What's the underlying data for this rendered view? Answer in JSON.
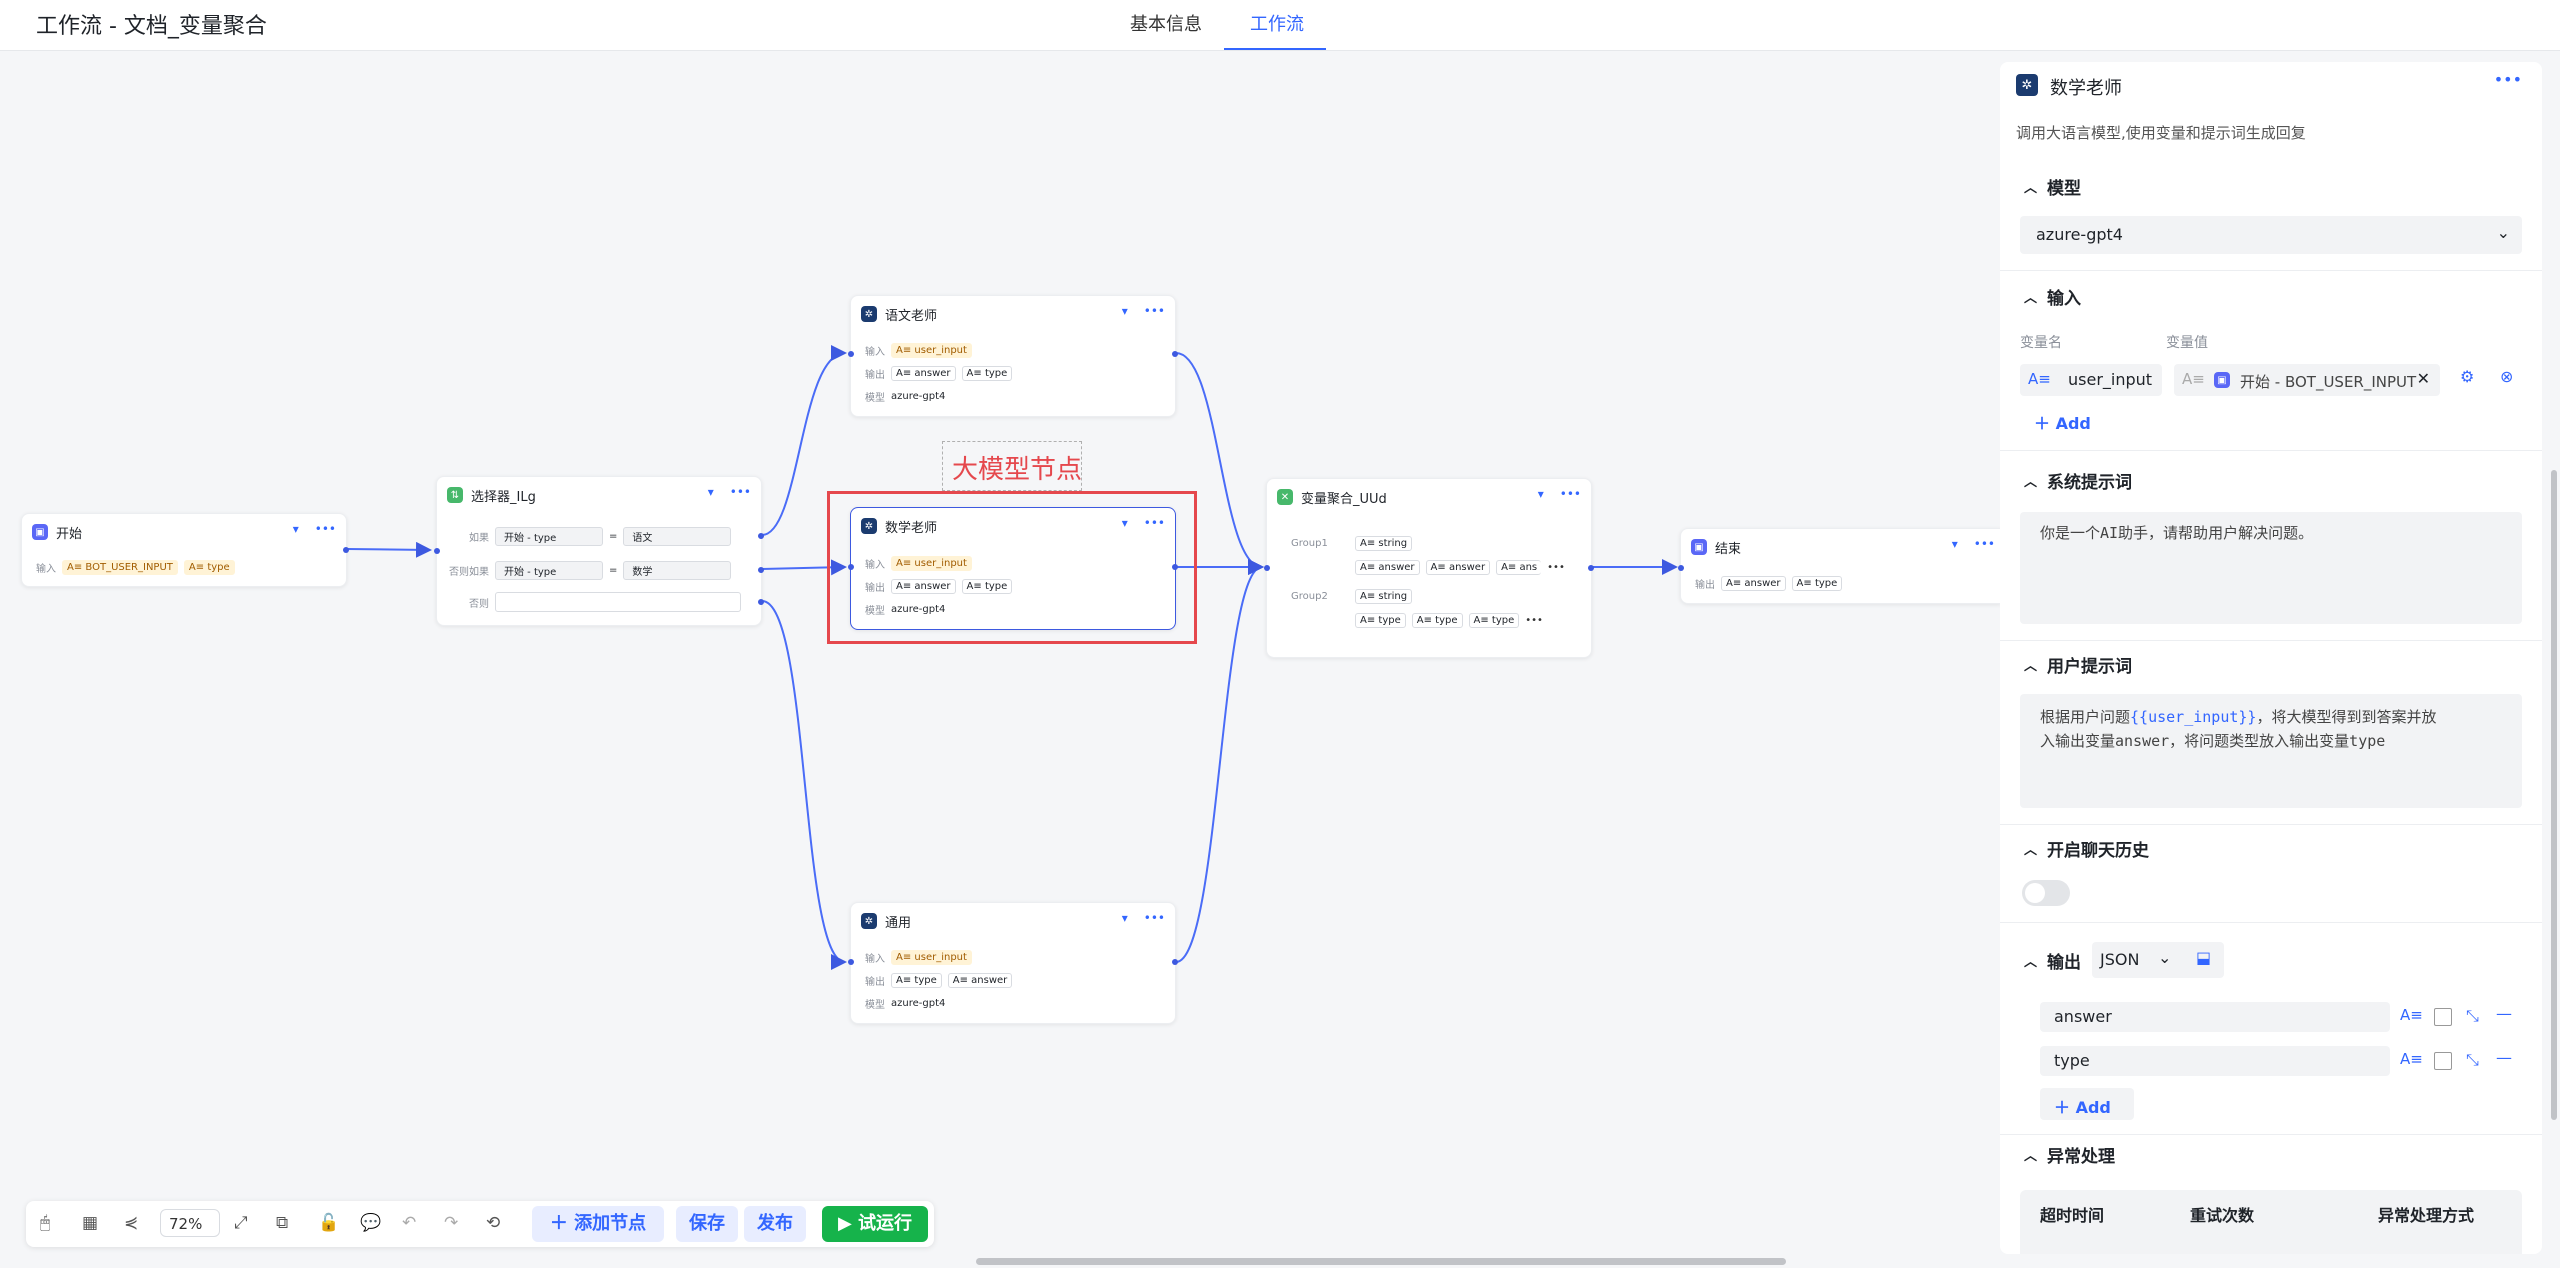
{
  "header": {
    "title": "工作流 - 文档_变量聚合",
    "tabs": [
      {
        "label": "基本信息"
      },
      {
        "label": "工作流",
        "active": true
      }
    ]
  },
  "nodes": {
    "start": {
      "title": "开始",
      "input_label": "输入",
      "input_vars": [
        "BOT_USER_INPUT",
        "type"
      ]
    },
    "selector": {
      "title": "选择器_ILg",
      "branches": [
        {
          "label": "如果",
          "left": "开始 - type",
          "op": "=",
          "right": "语文"
        },
        {
          "label": "否则如果",
          "left": "开始 - type",
          "op": "=",
          "right": "数学"
        },
        {
          "label": "否则"
        }
      ]
    },
    "chinese_teacher": {
      "title": "语文老师",
      "input_label": "输入",
      "input": "user_input",
      "output_label": "输出",
      "outputs": [
        "answer",
        "type"
      ],
      "model_label": "模型",
      "model": "azure-gpt4"
    },
    "math_teacher": {
      "title": "数学老师",
      "input_label": "输入",
      "input": "user_input",
      "output_label": "输出",
      "outputs": [
        "answer",
        "type"
      ],
      "model_label": "模型",
      "model": "azure-gpt4"
    },
    "general": {
      "title": "通用",
      "input_label": "输入",
      "input": "user_input",
      "output_label": "输出",
      "outputs": [
        "type",
        "answer"
      ],
      "model_label": "模型",
      "model": "azure-gpt4"
    },
    "aggregator": {
      "title": "变量聚合_UUd",
      "groups": [
        {
          "name": "Group1",
          "type": "string",
          "vars": [
            "answer",
            "answer",
            "ans"
          ]
        },
        {
          "name": "Group2",
          "type": "string",
          "vars": [
            "type",
            "type",
            "type"
          ]
        }
      ]
    },
    "end": {
      "title": "结束",
      "output_label": "输出",
      "outputs": [
        "answer",
        "type"
      ]
    }
  },
  "annotation": {
    "label": "大模型节点"
  },
  "toolbar": {
    "zoom": "72%",
    "add_node": "添加节点",
    "save": "保存",
    "publish": "发布",
    "run": "试运行"
  },
  "panel": {
    "title": "数学老师",
    "description": "调用大语言模型,使用变量和提示词生成回复",
    "model_section": "模型",
    "model_value": "azure-gpt4",
    "input_section": "输入",
    "var_name_header": "变量名",
    "var_value_header": "变量值",
    "input_var_name": "user_input",
    "input_var_value": "开始 - BOT_USER_INPUT",
    "add_label": "Add",
    "system_prompt_section": "系统提示词",
    "system_prompt": "你是一个AI助手，请帮助用户解决问题。",
    "user_prompt_section": "用户提示词",
    "user_prompt_line1_pre": "根据用户问题",
    "user_prompt_var": "{{user_input}}",
    "user_prompt_line1_post": "，将大模型得到到答案并放",
    "user_prompt_line2": "入输出变量answer，将问题类型放入输出变量type",
    "chat_history_section": "开启聊天历史",
    "output_section": "输出",
    "output_format": "JSON",
    "outputs": [
      "answer",
      "type"
    ],
    "exception_section": "异常处理",
    "exception_headers": [
      "超时时间",
      "重试次数",
      "异常处理方式"
    ]
  }
}
